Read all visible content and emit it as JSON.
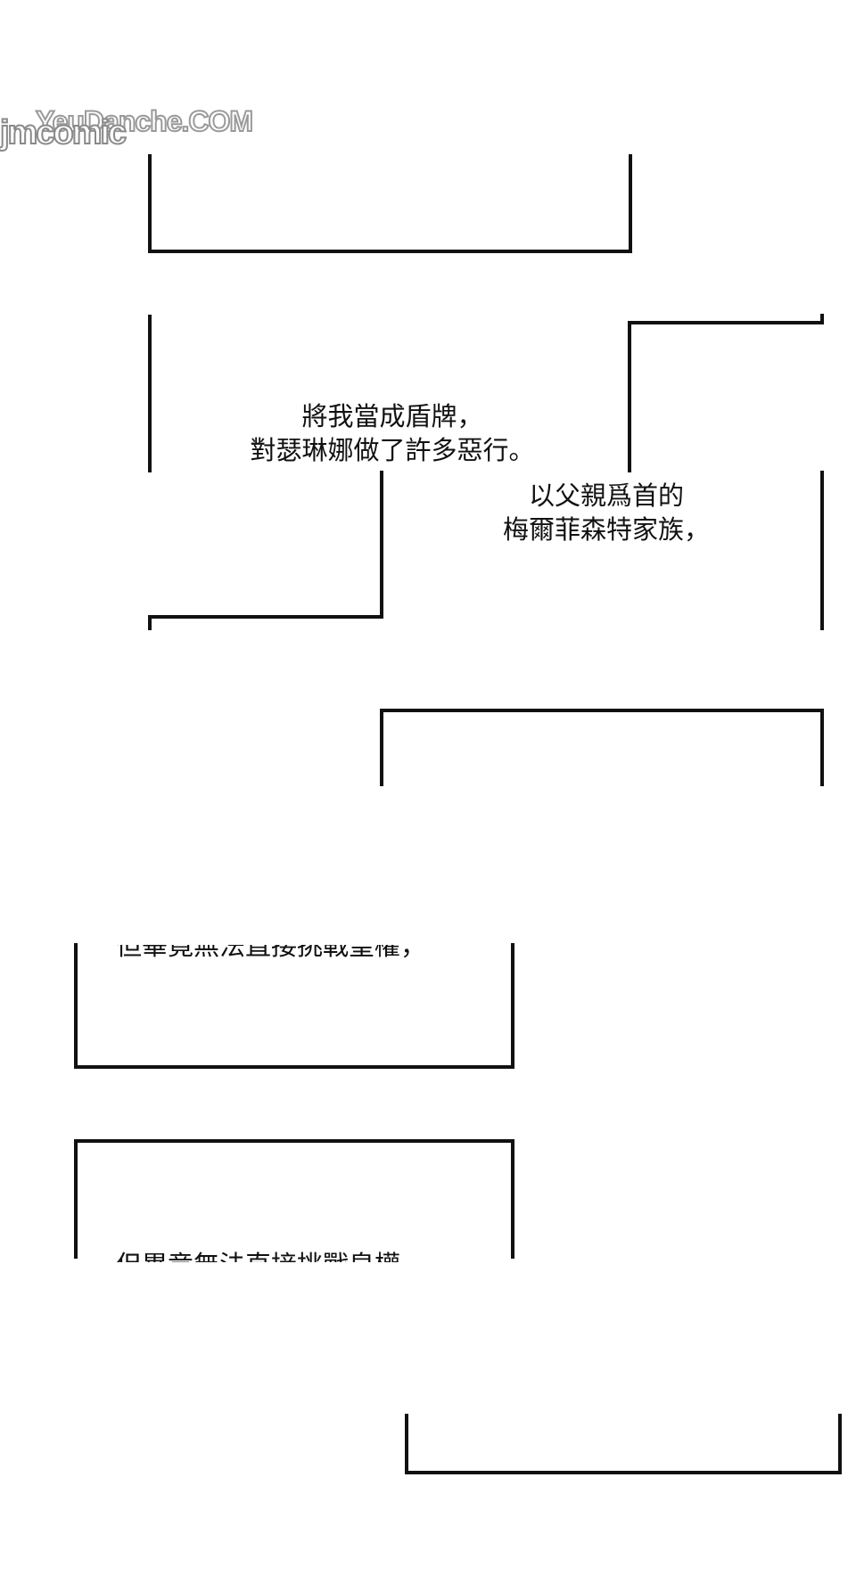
{
  "watermark": {
    "back_text": "YeuDanche.COM",
    "front_text": "jmcomic"
  },
  "captions": {
    "first": {
      "line1": "將我當成盾牌，",
      "line2": "對瑟琳娜做了許多惡行。"
    },
    "second": {
      "line1": "以父親爲首的",
      "line2": "梅爾菲森特家族，"
    },
    "cut_top": "但畢竟無法直接挑戰皇權，",
    "cut_bottom": "但畢竟無法直接挑戰皇權，"
  }
}
